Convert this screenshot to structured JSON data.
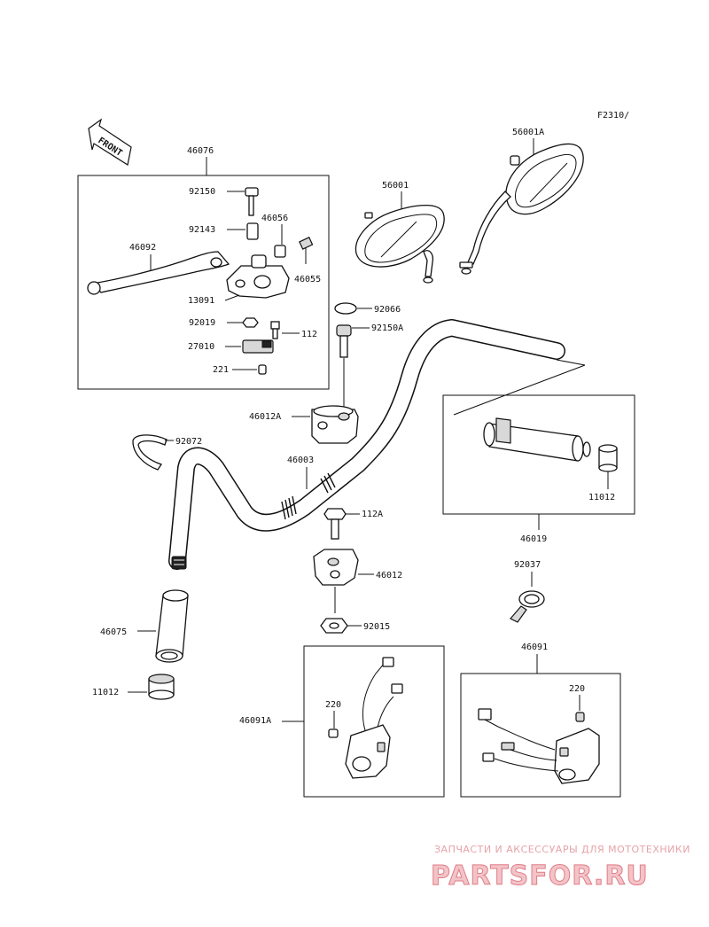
{
  "figure_code": "F2310/",
  "front_label": "FRONT",
  "parts": {
    "p46076": "46076",
    "p92150": "92150",
    "p92143": "92143",
    "p46056": "46056",
    "p46055": "46055",
    "p46092": "46092",
    "p13091": "13091",
    "p92019": "92019",
    "p112": "112",
    "p27010": "27010",
    "p221": "221",
    "p56001": "56001",
    "p56001A": "56001A",
    "p92066": "92066",
    "p92150A": "92150A",
    "p46012A": "46012A",
    "p92072": "92072",
    "p46003": "46003",
    "p11012_right": "11012",
    "p46019": "46019",
    "p112A": "112A",
    "p46012": "46012",
    "p92037": "92037",
    "p46075": "46075",
    "p92015": "92015",
    "p46091": "46091",
    "p11012_left": "11012",
    "p220_left": "220",
    "p46091A": "46091A",
    "p220_right": "220"
  },
  "watermark": {
    "line1": "ЗАПЧАСТИ И АКСЕССУАРЫ ДЛЯ МОТОТЕХНИКИ",
    "line2": "PARTSFOR.RU"
  }
}
